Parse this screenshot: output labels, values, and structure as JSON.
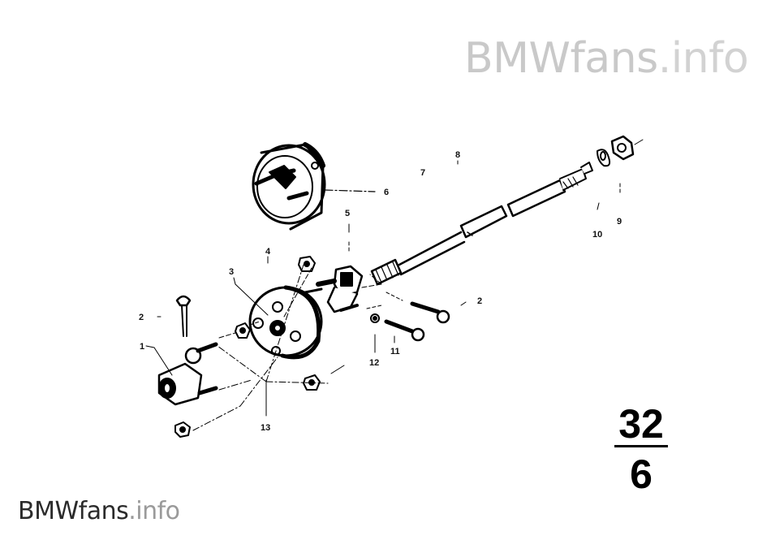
{
  "watermark_top": {
    "brand": "BMWfans",
    "suffix": ".info"
  },
  "watermark_bottom": {
    "brand": "BMWfans",
    "suffix": ".info"
  },
  "callouts": {
    "c1": "1",
    "c2a": "2",
    "c2b": "2",
    "c3": "3",
    "c4": "4",
    "c5": "5",
    "c6": "6",
    "c7": "7",
    "c8": "8",
    "c9": "9",
    "c10": "10",
    "c11": "11",
    "c12": "12",
    "c13": "13"
  },
  "group": {
    "main": "32",
    "sub": "6"
  }
}
